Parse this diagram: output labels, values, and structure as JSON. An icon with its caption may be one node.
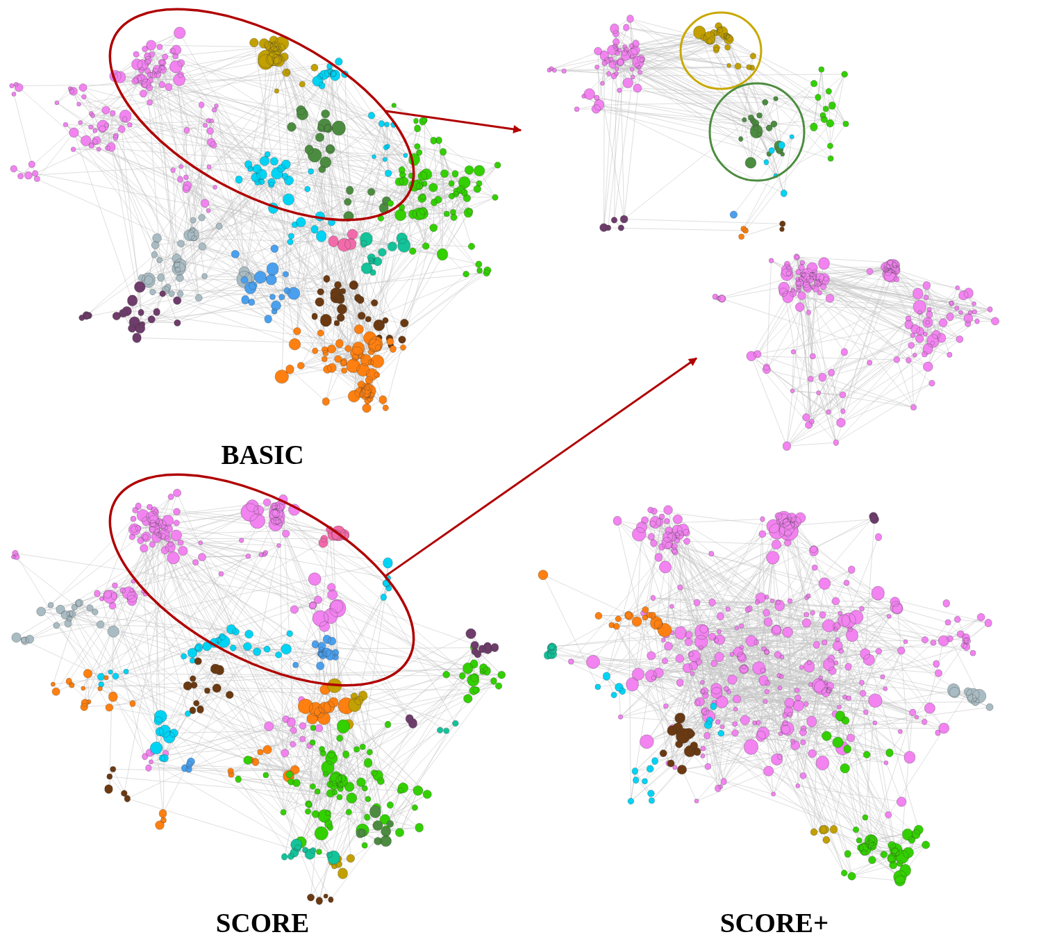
{
  "diagram": {
    "nodes": [
      {
        "text": [
          "BASIC"
        ]
      },
      {
        "text": [],
        "shape": "ellipse",
        "in": 0
      },
      {
        "text": [],
        "shape": "picture"
      },
      {
        "text": [],
        "shape": "picture"
      },
      {
        "text": [
          "SCORE"
        ]
      },
      {
        "text": [],
        "shape": "ellipse",
        "in": 4
      },
      {
        "text": [
          "SCORE+"
        ]
      }
    ],
    "edges": [
      {
        "from": 1,
        "to": 2,
        "arrow": "to"
      },
      {
        "from": 5,
        "to": 3,
        "arrow": "to"
      }
    ]
  }
}
